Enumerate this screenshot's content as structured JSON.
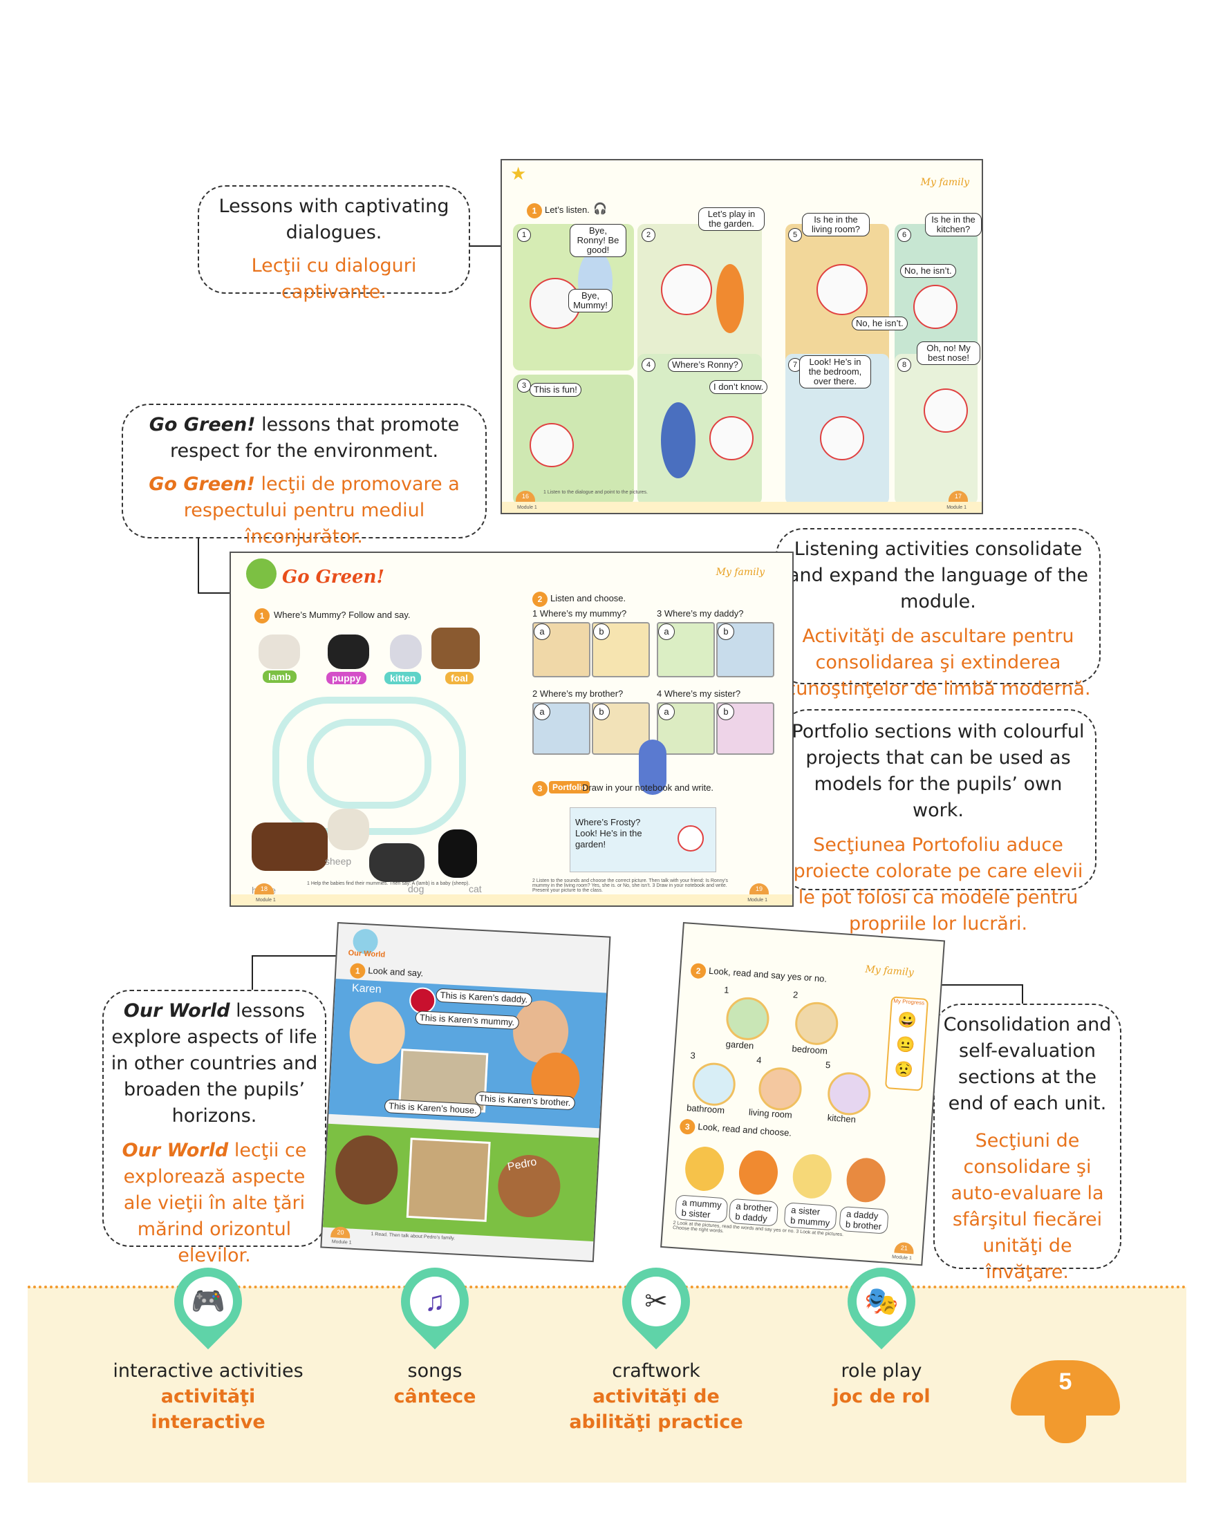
{
  "callouts": {
    "dialogues": {
      "en": "Lessons with captivating dialogues.",
      "ro": "Lecţii cu dialoguri captivante."
    },
    "go_green": {
      "en_em": "Go Green!",
      "en": " lessons that promote respect for the environment.",
      "ro_em": "Go Green!",
      "ro": " lecţii de promovare a respectului pentru mediul înconjurător."
    },
    "listening": {
      "en": "Listening activities consolidate and expand the language of the module.",
      "ro": "Activităţi de ascultare pentru consolidarea şi extinderea cunoştinţelor de limbă modernă."
    },
    "portfolio": {
      "en": "Portfolio sections with colourful projects that can be used as models for the pupils’ own work.",
      "ro": "Secţiunea Portofoliu aduce proiecte colorate pe care elevii le pot folosi ca modele pentru propriile lor lucrări."
    },
    "our_world": {
      "en_em": "Our World",
      "en": " lessons explore aspects of life in other countries and broaden the pupils’ horizons.",
      "ro_em": "Our World",
      "ro": " lecţii ce explorează aspecte ale vieţii în alte ţări mărind orizontul elevilor."
    },
    "consolidation": {
      "en": "Consolidation and self-evaluation sections at the end of each unit.",
      "ro": "Secţiuni de consolidare şi auto-evaluare la sfârşitul fiecărei unităţi de învăţare."
    }
  },
  "page1": {
    "header": "My family",
    "instruction": "Let’s listen.",
    "bubbles": [
      "Bye, Ronny! Be good!",
      "Bye, Mummy!",
      "Let’s play in the garden.",
      "This is fun!",
      "Where’s Ronny?",
      "I don’t know.",
      "Is he in the living room?",
      "No, he isn’t.",
      "Is he in the kitchen?",
      "No, he isn’t.",
      "Look! He’s in the bedroom, over there.",
      "Oh, no! My best nose!"
    ],
    "numbers": [
      "1",
      "2",
      "3",
      "4",
      "5",
      "6",
      "7",
      "8"
    ],
    "footnote": "1  Listen to the dialogue and point to the pictures.",
    "page_left": "16",
    "page_right": "17",
    "module": "Module 1"
  },
  "page2": {
    "logo": "Go Green!",
    "header": "My family",
    "instr1": "Where’s Mummy? Follow and say.",
    "labels_top": [
      "lamb",
      "puppy",
      "kitten",
      "foal"
    ],
    "labels_bottom": [
      "horse",
      "sheep",
      "dog",
      "cat"
    ],
    "instr2": "Listen and choose.",
    "questions": [
      "1  Where’s my mummy?",
      "3  Where’s my daddy?",
      "2  Where’s my brother?",
      "4  Where’s my sister?"
    ],
    "opt_a": "a",
    "opt_b": "b",
    "instr3": "Draw in your notebook and write.",
    "portfolio_tag": "Portfolio",
    "frosty": "Where’s Frosty? Look! He’s in the garden!",
    "foot_left": "1  Help the babies find their mummies. Then say: A (lamb) is a baby (sheep).",
    "foot_right": "2  Listen to the sounds and choose the correct picture. Then talk with your friend: Is Ronny’s mummy in the living room? Yes, she is. or No, she isn’t.  3  Draw in your notebook and write. Present your picture to the class.",
    "page_left": "18",
    "page_right": "19",
    "module": "Module 1"
  },
  "page3": {
    "logo": "Our World",
    "instruction": "Look and say.",
    "name_karen": "Karen",
    "name_pedro": "Pedro",
    "captions": [
      "This is Karen’s daddy.",
      "This is Karen’s mummy.",
      "This is Karen’s brother.",
      "This is Karen’s house."
    ],
    "footnote": "1  Read. Then talk about Pedro’s family.",
    "page": "20",
    "module": "Module 1"
  },
  "page4": {
    "header": "My family",
    "instr2": "Look, read and say yes or no.",
    "rooms": [
      {
        "n": "1",
        "name": "garden"
      },
      {
        "n": "2",
        "name": "bedroom"
      },
      {
        "n": "3",
        "name": "bathroom"
      },
      {
        "n": "4",
        "name": "living room"
      },
      {
        "n": "5",
        "name": "kitchen"
      }
    ],
    "progress": "My Progress",
    "instr3": "Look, read and choose.",
    "choices": [
      [
        "a mummy",
        "b sister"
      ],
      [
        "a brother",
        "b daddy"
      ],
      [
        "a sister",
        "b mummy"
      ],
      [
        "a daddy",
        "b brother"
      ]
    ],
    "footnote": "2  Look at the pictures, read the words and say yes or no.  3  Look at the pictures. Choose the right words.",
    "page": "21",
    "module": "Module 1"
  },
  "features": [
    {
      "icon": "gamepad-icon",
      "glyph": "🎮",
      "en": "interactive activities",
      "ro": "activităţi interactive"
    },
    {
      "icon": "music-note-icon",
      "glyph": "♫",
      "en": "songs",
      "ro": "cântece"
    },
    {
      "icon": "scissors-icon",
      "glyph": "✂",
      "en": "craftwork",
      "ro": "activităţi de abilităţi practice"
    },
    {
      "icon": "theatre-masks-icon",
      "glyph": "🎭",
      "en": "role play",
      "ro": "joc de rol"
    }
  ],
  "page_number": "5",
  "colors": {
    "accent": "#e8731c",
    "pin": "#5fd3a8",
    "band": "#fcf3d7",
    "mushroom": "#f29a2e"
  }
}
